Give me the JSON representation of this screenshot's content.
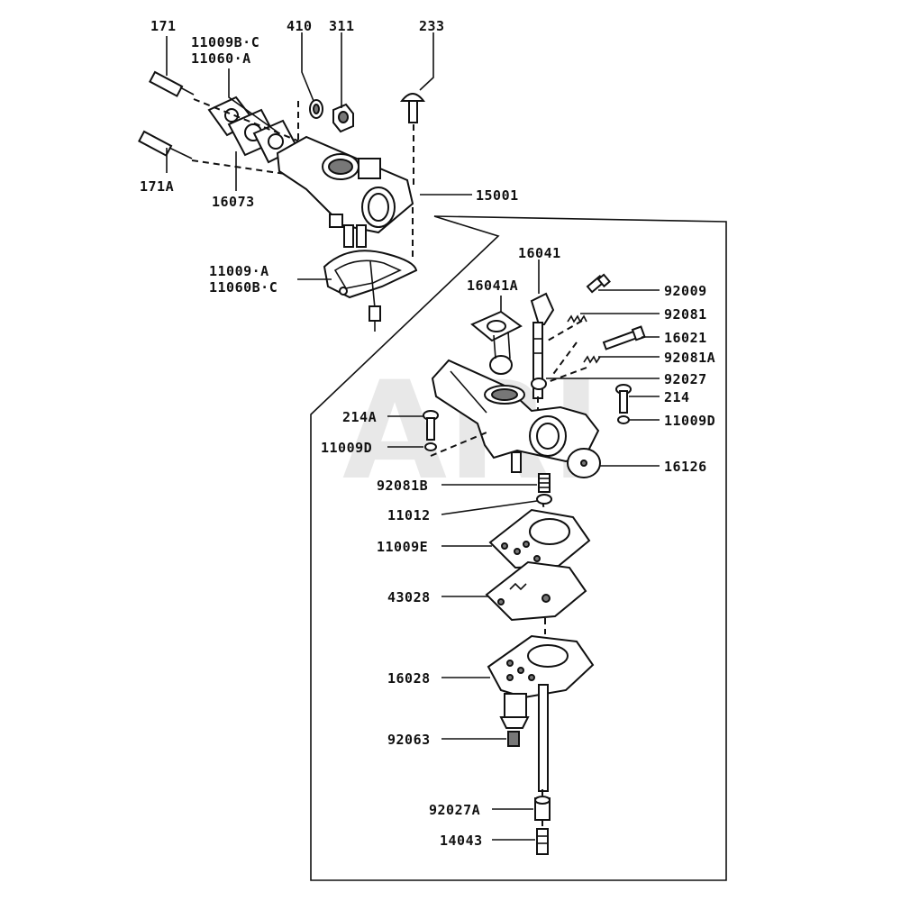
{
  "watermark": "ARI",
  "callouts": {
    "p171": "171",
    "p171A": "171A",
    "p11009BC": "11009B·C",
    "p11060A": "11060·A",
    "p16073": "16073",
    "p410": "410",
    "p311": "311",
    "p233": "233",
    "p15001": "15001",
    "p11009A": "11009·A",
    "p11060BC": "11060B·C",
    "p16041": "16041",
    "p16041A": "16041A",
    "p92009": "92009",
    "p92081": "92081",
    "p16021": "16021",
    "p92081A": "92081A",
    "p92027": "92027",
    "p214": "214",
    "p11009D_r": "11009D",
    "p214A": "214A",
    "p11009D_l": "11009D",
    "p16126": "16126",
    "p92081B": "92081B",
    "p11012": "11012",
    "p11009E": "11009E",
    "p43028": "43028",
    "p16028": "16028",
    "p92063": "92063",
    "p92027A": "92027A",
    "p14043": "14043"
  }
}
